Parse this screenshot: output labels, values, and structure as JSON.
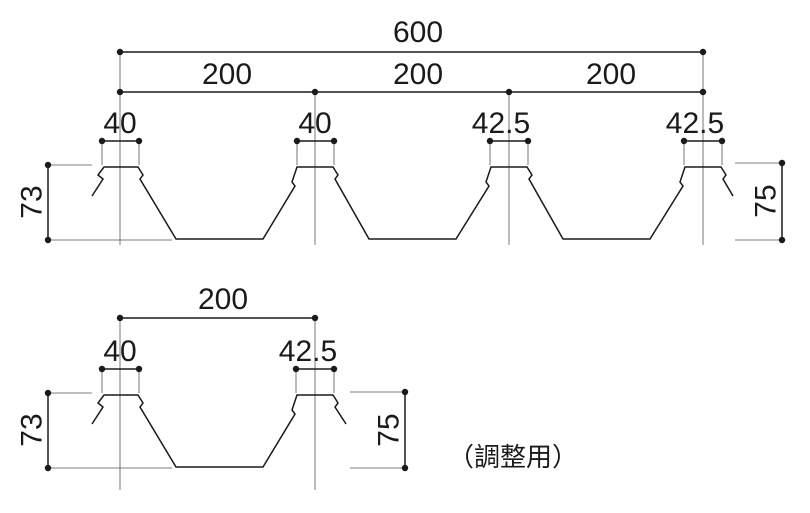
{
  "top_profile": {
    "total_width": "600",
    "spans": [
      "200",
      "200",
      "200"
    ],
    "rib_widths": [
      "40",
      "40",
      "42.5",
      "42.5"
    ],
    "height_left": "73",
    "height_right": "75"
  },
  "bottom_profile": {
    "span": "200",
    "rib_widths": [
      "40",
      "42.5"
    ],
    "height_left": "73",
    "height_right": "75",
    "note": "（調整用）"
  }
}
